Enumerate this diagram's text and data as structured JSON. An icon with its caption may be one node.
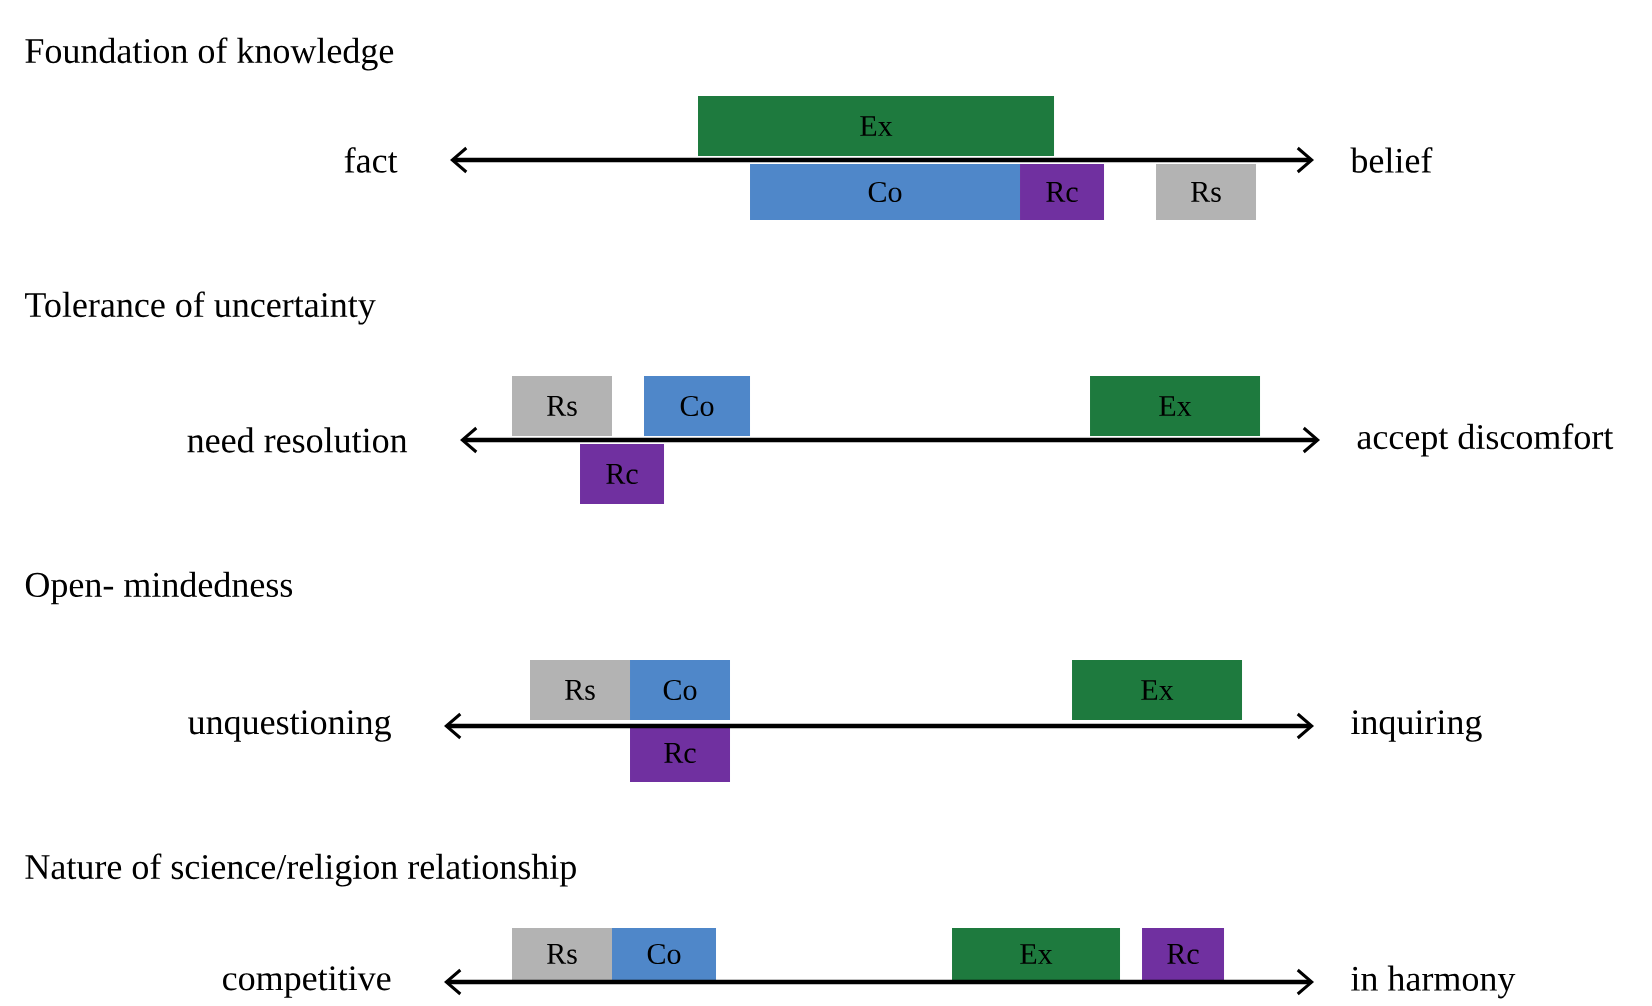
{
  "diagram": {
    "nodes": [
      {
        "text": [
          "fact"
        ]
      },
      {
        "text": [
          "Ex"
        ]
      },
      {
        "text": [
          "Co"
        ]
      },
      {
        "text": [
          "Rc"
        ]
      },
      {
        "text": [
          "Rs"
        ]
      },
      {
        "text": [
          "belief"
        ]
      },
      {
        "text": [
          "need resolution"
        ]
      },
      {
        "text": [
          "Rs"
        ]
      },
      {
        "text": [
          "Co"
        ]
      },
      {
        "text": [
          "Rc"
        ]
      },
      {
        "text": [
          "Ex"
        ]
      },
      {
        "text": [
          "accept discomfort"
        ]
      },
      {
        "text": [
          "unquestioning"
        ]
      },
      {
        "text": [
          "Rs"
        ]
      },
      {
        "text": [
          "Co"
        ]
      },
      {
        "text": [
          "Rc"
        ]
      },
      {
        "text": [
          "Ex"
        ]
      },
      {
        "text": [
          "inquiring"
        ]
      },
      {
        "text": [
          "competitive"
        ]
      },
      {
        "text": [
          "Rs"
        ]
      },
      {
        "text": [
          "Co"
        ]
      },
      {
        "text": [
          "Ex"
        ]
      },
      {
        "text": [
          "Rc"
        ]
      },
      {
        "text": [
          "in harmony"
        ]
      }
    ],
    "edges": [
      {
        "from": 0,
        "to": 5,
        "arrow": "both"
      },
      {
        "from": 6,
        "to": 11,
        "arrow": "both"
      },
      {
        "from": 12,
        "to": 17,
        "arrow": "both"
      },
      {
        "from": 18,
        "to": 23,
        "arrow": "both"
      }
    ],
    "labels": [
      "Foundation of knowledge",
      "Tolerance of uncertainty",
      "Open- mindedness",
      "Nature of science/religion relationship"
    ]
  }
}
